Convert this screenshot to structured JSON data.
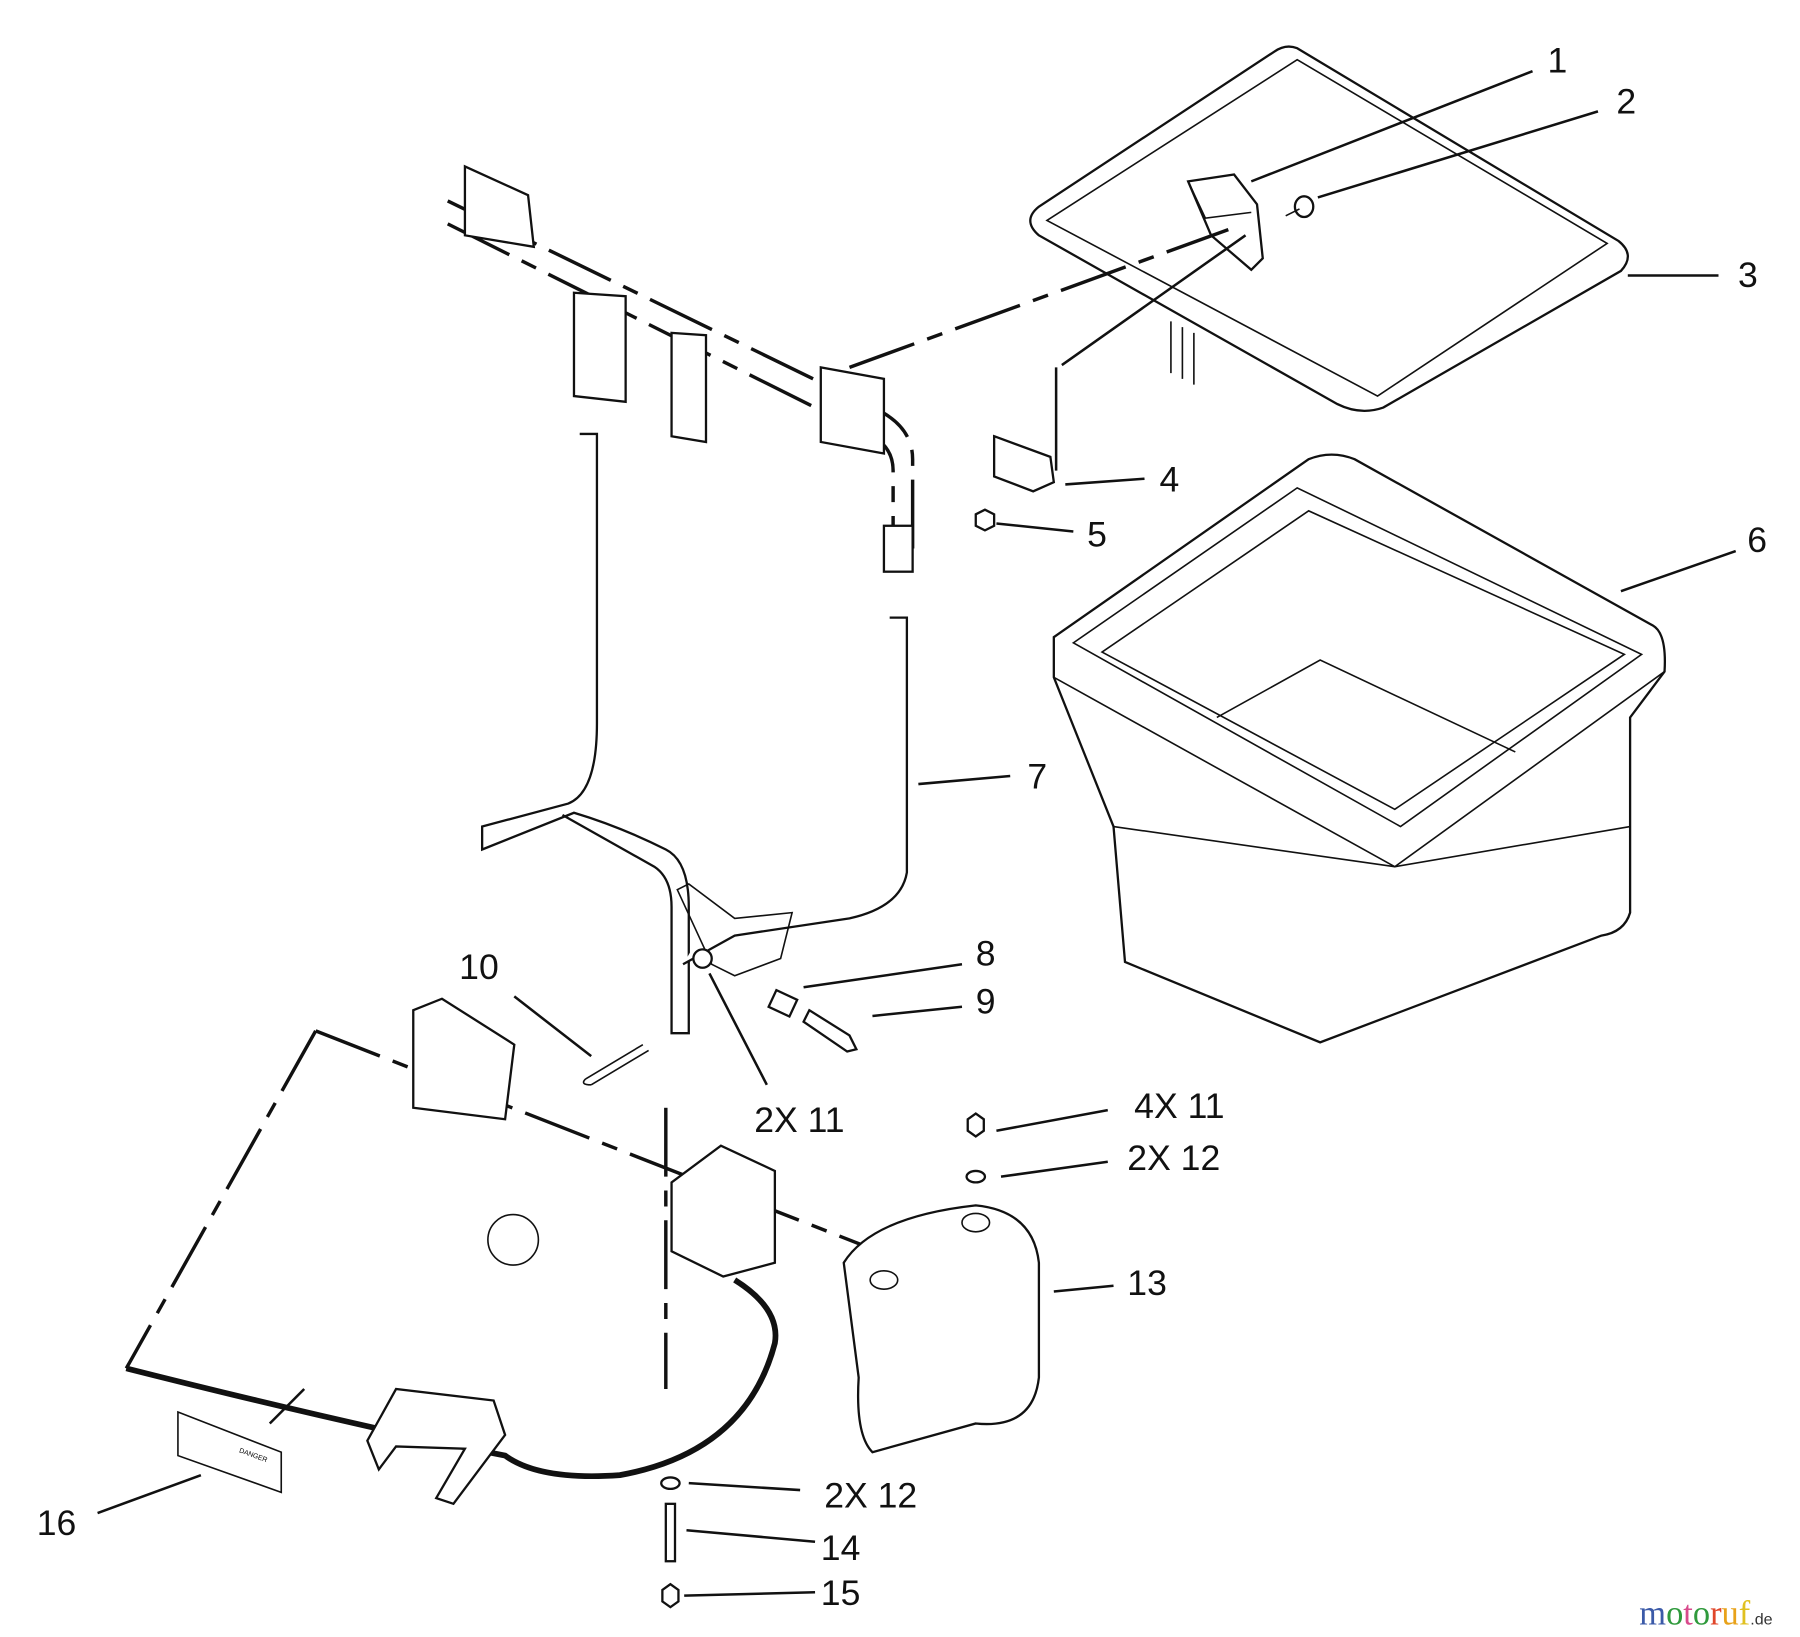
{
  "diagram": {
    "callouts": [
      {
        "id": "c1",
        "text": "1"
      },
      {
        "id": "c2",
        "text": "2"
      },
      {
        "id": "c3",
        "text": "3"
      },
      {
        "id": "c4",
        "text": "4"
      },
      {
        "id": "c5",
        "text": "5"
      },
      {
        "id": "c6",
        "text": "6"
      },
      {
        "id": "c7",
        "text": "7"
      },
      {
        "id": "c8",
        "text": "8"
      },
      {
        "id": "c9",
        "text": "9"
      },
      {
        "id": "c10",
        "text": "10"
      },
      {
        "id": "c11a",
        "text": "2X 11"
      },
      {
        "id": "c11b",
        "text": "4X 11"
      },
      {
        "id": "c12a",
        "text": "2X 12"
      },
      {
        "id": "c13",
        "text": "13"
      },
      {
        "id": "c12b",
        "text": "2X 12"
      },
      {
        "id": "c14",
        "text": "14"
      },
      {
        "id": "c15",
        "text": "15"
      },
      {
        "id": "c16",
        "text": "16"
      }
    ],
    "decal_text": "DANGER"
  },
  "watermark": {
    "brand": "motoruf",
    "suffix": ".de",
    "colors": [
      "#3b5aa8",
      "#2f9a3c",
      "#d84a8c",
      "#2f9a3c",
      "#e0462a",
      "#e8a21a",
      "#e0c020"
    ]
  }
}
